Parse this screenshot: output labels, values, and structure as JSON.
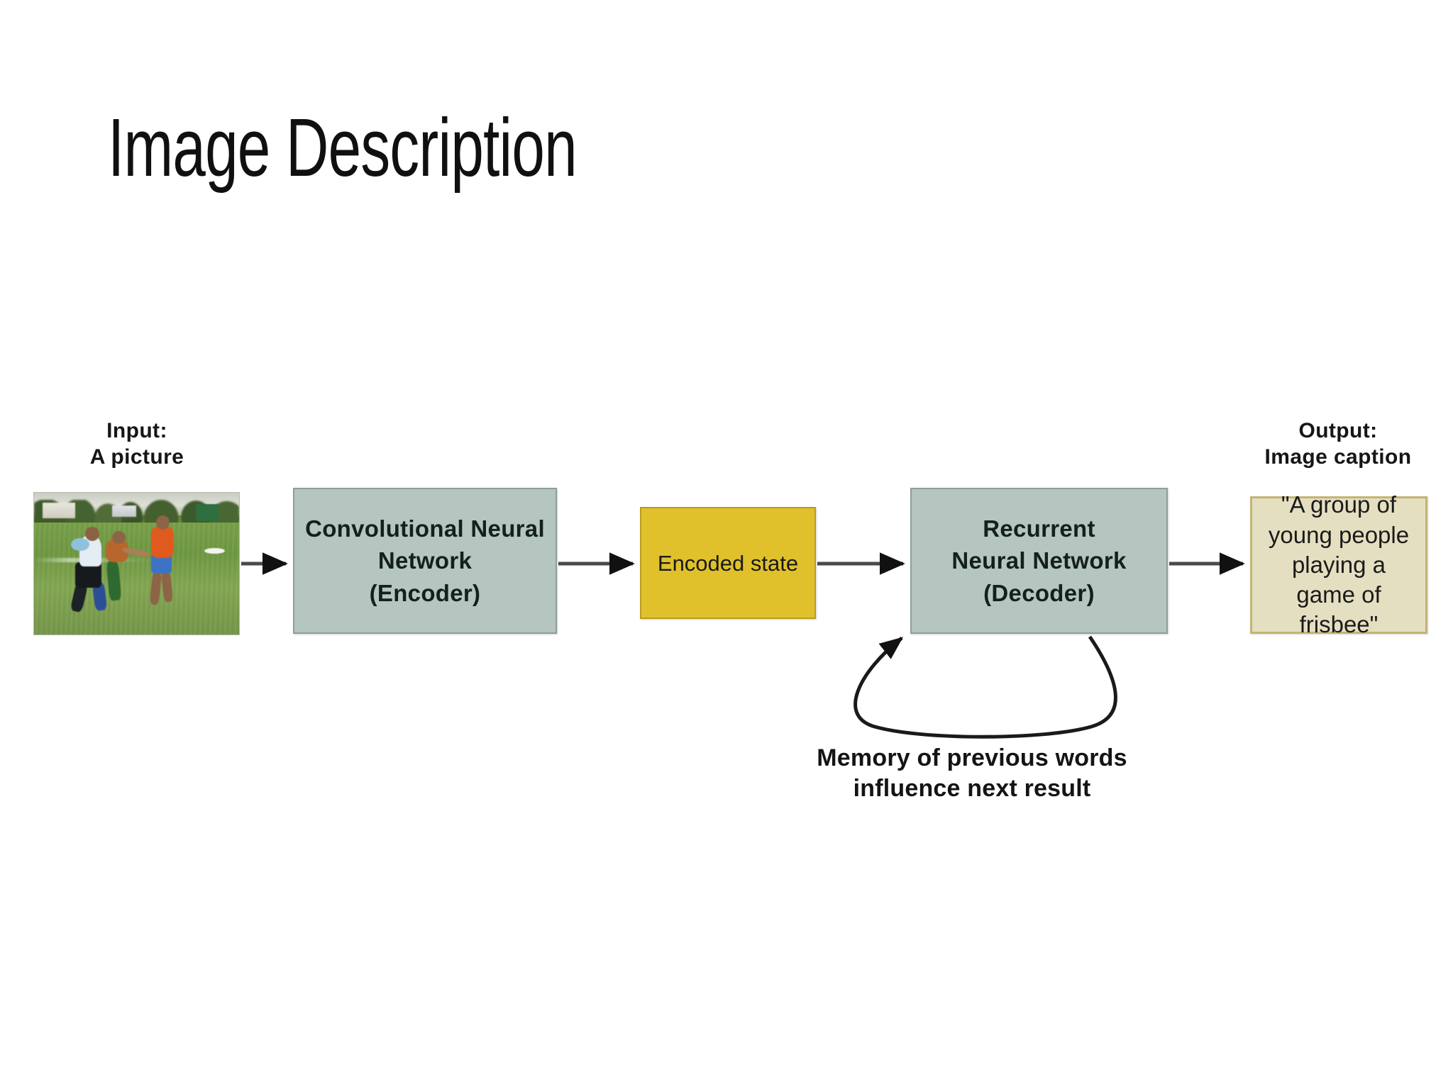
{
  "slide": {
    "title": "Image Description"
  },
  "diagram": {
    "input": {
      "label_line1": "Input:",
      "label_line2": "A picture",
      "photo_alt": "photo-people-playing-frisbee"
    },
    "output": {
      "label_line1": "Output:",
      "label_line2": "Image caption"
    },
    "nodes": {
      "cnn": {
        "line1": "Convolutional Neural",
        "line2": "Network",
        "line3": "(Encoder)",
        "color": "#b4c6bf",
        "border": "#8e9e99"
      },
      "encoded": {
        "label": "Encoded state",
        "color": "#e0c12b",
        "border": "#b99c20"
      },
      "rnn": {
        "line1": "Recurrent",
        "line2": "Neural Network",
        "line3": "(Decoder)",
        "color": "#b4c6bf",
        "border": "#8e9e99"
      },
      "caption": {
        "line1": "\"A group of",
        "line2": "young people",
        "line3": "playing a",
        "line4": "game of",
        "line5": "frisbee\"",
        "color": "#e5dfc1",
        "border": "#c3b473"
      }
    },
    "loop": {
      "line1": "Memory of previous words",
      "line2": "influence next result"
    },
    "arrow_color": "#4a4a4a",
    "arrowhead_color": "#111111"
  }
}
